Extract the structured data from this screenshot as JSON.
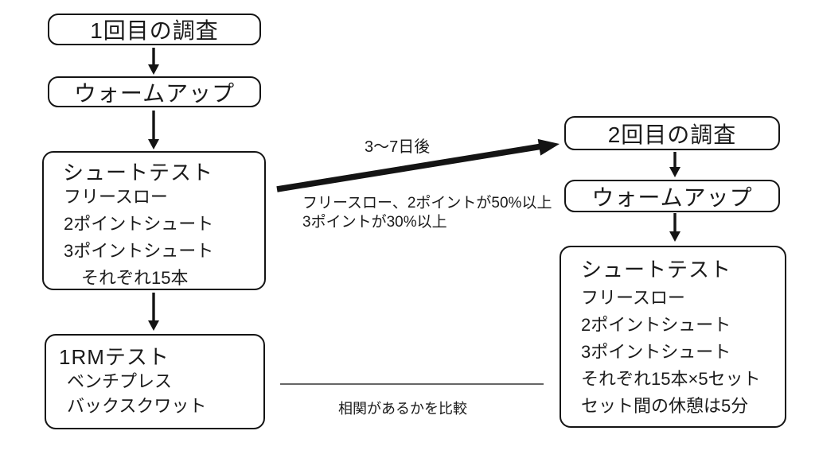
{
  "colors": {
    "ink": "#141414",
    "background": "#ffffff"
  },
  "first_survey": {
    "title": "1回目の調査",
    "warmup": "ウォームアップ",
    "shoot_test": {
      "title": "シュートテスト",
      "items": [
        "フリースロー",
        "2ポイントシュート",
        "3ポイントシュート",
        "それぞれ15本"
      ]
    },
    "rm_test": {
      "title": "1RMテスト",
      "items": [
        "ベンチプレス",
        "バックスクワット"
      ]
    }
  },
  "second_survey": {
    "title": "2回目の調査",
    "warmup": "ウォームアップ",
    "shoot_test": {
      "title": "シュートテスト",
      "items": [
        "フリースロー",
        "2ポイントシュート",
        "3ポイントシュート",
        "それぞれ15本×5セット",
        "セット間の休憩は5分"
      ]
    }
  },
  "transition": {
    "arrow_label": "3〜7日後",
    "criteria": [
      "フリースロー、2ポイントが50%以上",
      "3ポイントが30%以上"
    ]
  },
  "comparison": {
    "label": "相関があるかを比較"
  }
}
